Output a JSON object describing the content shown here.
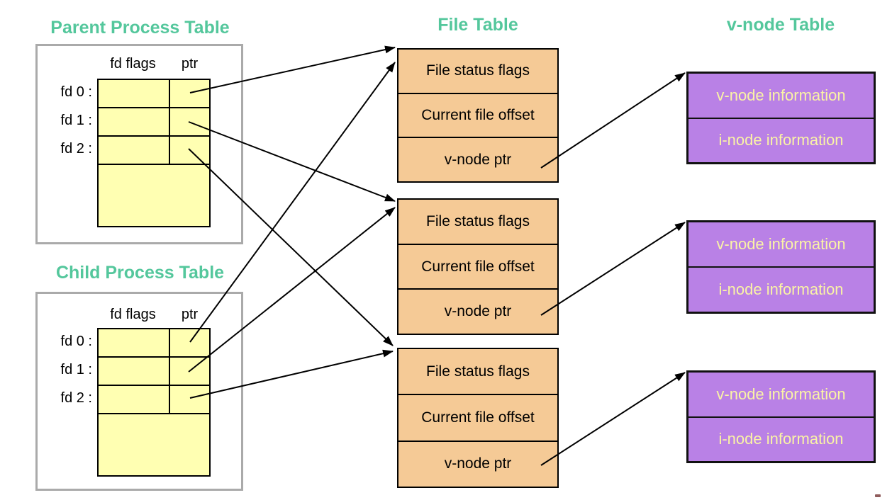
{
  "colors": {
    "heading_color": "#54C79C",
    "process_fill": "#FFFFB2",
    "file_fill": "#F5CA96",
    "vnode_fill": "#B981E6",
    "vnode_text": "#FAF3A5",
    "frame_border": "#AAAAAA",
    "line_color": "#000000"
  },
  "parent_table": {
    "title": "Parent Process Table",
    "col_flags": "fd flags",
    "col_ptr": "ptr",
    "row_labels": [
      "fd 0 :",
      "fd 1 :",
      "fd 2 :"
    ]
  },
  "child_table": {
    "title": "Child Process Table",
    "col_flags": "fd flags",
    "col_ptr": "ptr",
    "row_labels": [
      "fd 0 :",
      "fd 1 :",
      "fd 2 :"
    ]
  },
  "file_table": {
    "title": "File Table",
    "entries": [
      [
        "File status flags",
        "Current file offset",
        "v-node ptr"
      ],
      [
        "File status flags",
        "Current file offset",
        "v-node ptr"
      ],
      [
        "File status flags",
        "Current file offset",
        "v-node ptr"
      ]
    ]
  },
  "vnode_table": {
    "title": "v-node Table",
    "entries": [
      [
        "v-node information",
        "i-node information"
      ],
      [
        "v-node information",
        "i-node information"
      ],
      [
        "v-node information",
        "i-node information"
      ]
    ]
  }
}
